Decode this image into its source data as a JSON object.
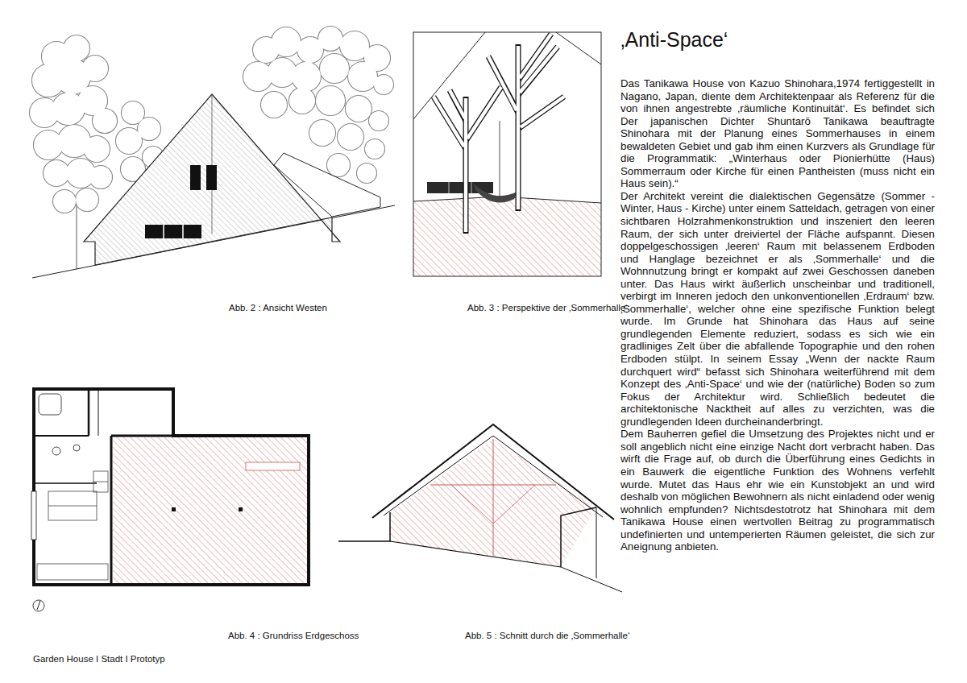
{
  "diagram": {
    "title": "‚Anti-Space‘",
    "labels": [
      "Das Tanikawa House von Kazuo Shinohara,1974 fertiggestellt in Nagano, Japan, diente dem Architektenpaar als Referenz für die von ihnen angestrebte ‚räumliche Kontinuität‘. Es befindet sich Der japanischen Dichter Shuntarō Tanikawa beauftragte Shinohara mit der Planung eines Sommerhauses in einem bewaldeten Gebiet und gab ihm einen Kurzvers als Grundlage für die Programmatik: „Winterhaus oder Pionierhütte (Haus) Sommerraum oder Kirche für einen Pantheisten (muss nicht ein Haus sein).“",
      "Der Architekt vereint die dialektischen Gegensätze (Sommer - Winter, Haus - Kirche) unter einem Satteldach, getragen von einer sichtbaren Holzrahmenkonstruktion und inszeniert den leeren Raum, der sich unter dreiviertel der Fläche aufspannt. Diesen doppelgeschossigen ‚leeren‘ Raum mit belassenem Erdboden und Hanglage bezeichnet er als ‚Sommerhalle‘ und die Wohnnutzung bringt er kompakt auf zwei Geschossen daneben unter. Das Haus wirkt äußerlich unscheinbar und traditionell, verbirgt im Inneren jedoch den unkonventionellen ‚Erdraum‘ bzw. ‚Sommerhalle‘, welcher ohne eine spezifische Funktion belegt wurde. Im Grunde hat Shinohara das Haus auf seine grundlegenden Elemente reduziert, sodass es sich wie ein gradliniges Zelt über die abfallende Topographie und den rohen Erdboden stülpt. In seinem Essay „Wenn der nackte Raum durchquert wird“ befasst sich Shinohara weiterführend mit dem Konzept des ‚Anti-Space‘ und wie der (natürliche) Boden so zum Fokus der Architektur wird. Schließlich bedeutet die architektonische Nacktheit auf alles zu verzichten, was die grundlegenden Ideen durcheinanderbringt.",
      "Dem Bauherren gefiel die Umsetzung des Projektes nicht und er soll angeblich nicht eine einzige Nacht dort verbracht haben. Das wirft die Frage auf, ob durch die Überführung eines Gedichts in ein Bauwerk die eigentliche Funktion des Wohnens verfehlt wurde. Mutet das Haus ehr wie ein Kunstobjekt an und wird deshalb von möglichen Bewohnern als nicht einladend oder wenig wohnlich empfunden? Nichtsdestotrotz hat Shinohara mit dem Tanikawa House einen wertvollen Beitrag zu programmatisch undefinierten und untemperierten Räumen geleistet, die sich zur Aneignung anbieten.",
      "Abb. 2 : Ansicht Westen",
      "Abb. 3 : Perspektive der ‚Sommerhalle‘",
      "Abb. 4 : Grundriss Erdgeschoss",
      "Abb. 5 : Schnitt durch die ‚Sommerhalle‘",
      "Garden House I Stadt I Prototyp"
    ]
  }
}
